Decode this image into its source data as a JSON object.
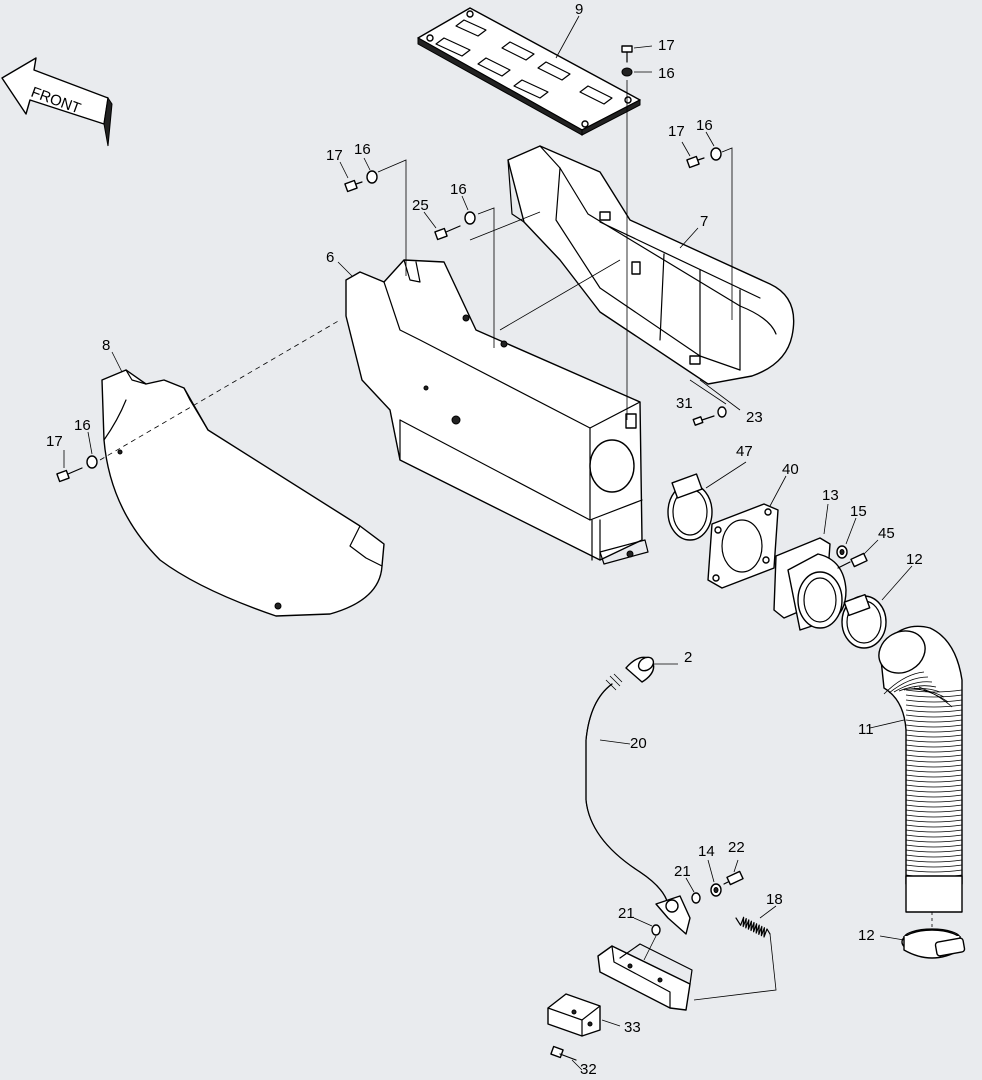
{
  "direction_label": "FRONT",
  "callouts": [
    {
      "text": "9"
    },
    {
      "text": "17"
    },
    {
      "text": "16"
    },
    {
      "text": "17"
    },
    {
      "text": "16"
    },
    {
      "text": "17"
    },
    {
      "text": "16"
    },
    {
      "text": "25"
    },
    {
      "text": "16"
    },
    {
      "text": "7"
    },
    {
      "text": "6"
    },
    {
      "text": "8"
    },
    {
      "text": "16"
    },
    {
      "text": "17"
    },
    {
      "text": "31"
    },
    {
      "text": "23"
    },
    {
      "text": "47"
    },
    {
      "text": "40"
    },
    {
      "text": "13"
    },
    {
      "text": "15"
    },
    {
      "text": "45"
    },
    {
      "text": "12"
    },
    {
      "text": "2"
    },
    {
      "text": "11"
    },
    {
      "text": "20"
    },
    {
      "text": "14"
    },
    {
      "text": "22"
    },
    {
      "text": "21"
    },
    {
      "text": "18"
    },
    {
      "text": "21"
    },
    {
      "text": "12"
    },
    {
      "text": "33"
    },
    {
      "text": "32"
    }
  ]
}
